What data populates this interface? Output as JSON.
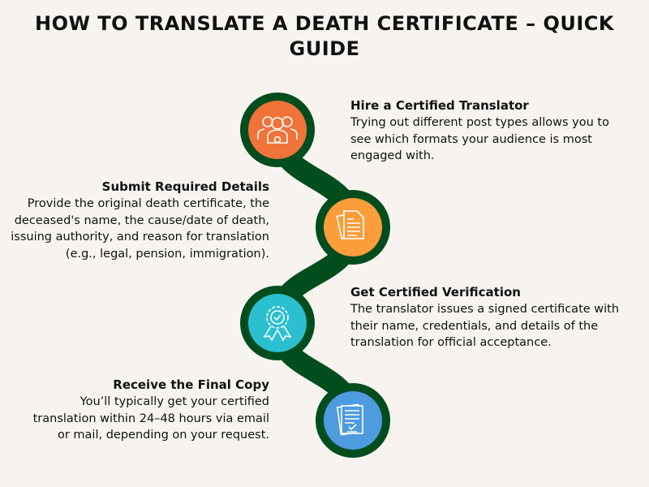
{
  "title": "HOW TO TRANSLATE A DEATH CERTIFICATE – QUICK GUIDE",
  "colors": {
    "background": "#f7f4f0",
    "path": "#024d1d",
    "step1": "#f07339",
    "step2": "#fb9d3a",
    "step3": "#2bbfd0",
    "step4": "#4e9be0"
  },
  "steps": [
    {
      "heading": "Hire a Certified Translator",
      "body": "Trying out different post types allows you to see which formats your audience is most engaged with.",
      "icon": "team-icon"
    },
    {
      "heading": "Submit Required Details",
      "body": "Provide the original death certificate, the deceased's name, the cause/date of death, issuing authority, and reason for translation (e.g., legal, pension, immigration).",
      "icon": "documents-icon"
    },
    {
      "heading": "Get Certified Verification",
      "body": "The translator issues a signed certificate with their name, credentials, and details of the translation for official acceptance.",
      "icon": "award-badge-icon"
    },
    {
      "heading": "Receive the Final Copy",
      "body": "You’ll typically get your certified translation within 24–48 hours via email or mail, depending on your request.",
      "icon": "approved-document-icon"
    }
  ]
}
